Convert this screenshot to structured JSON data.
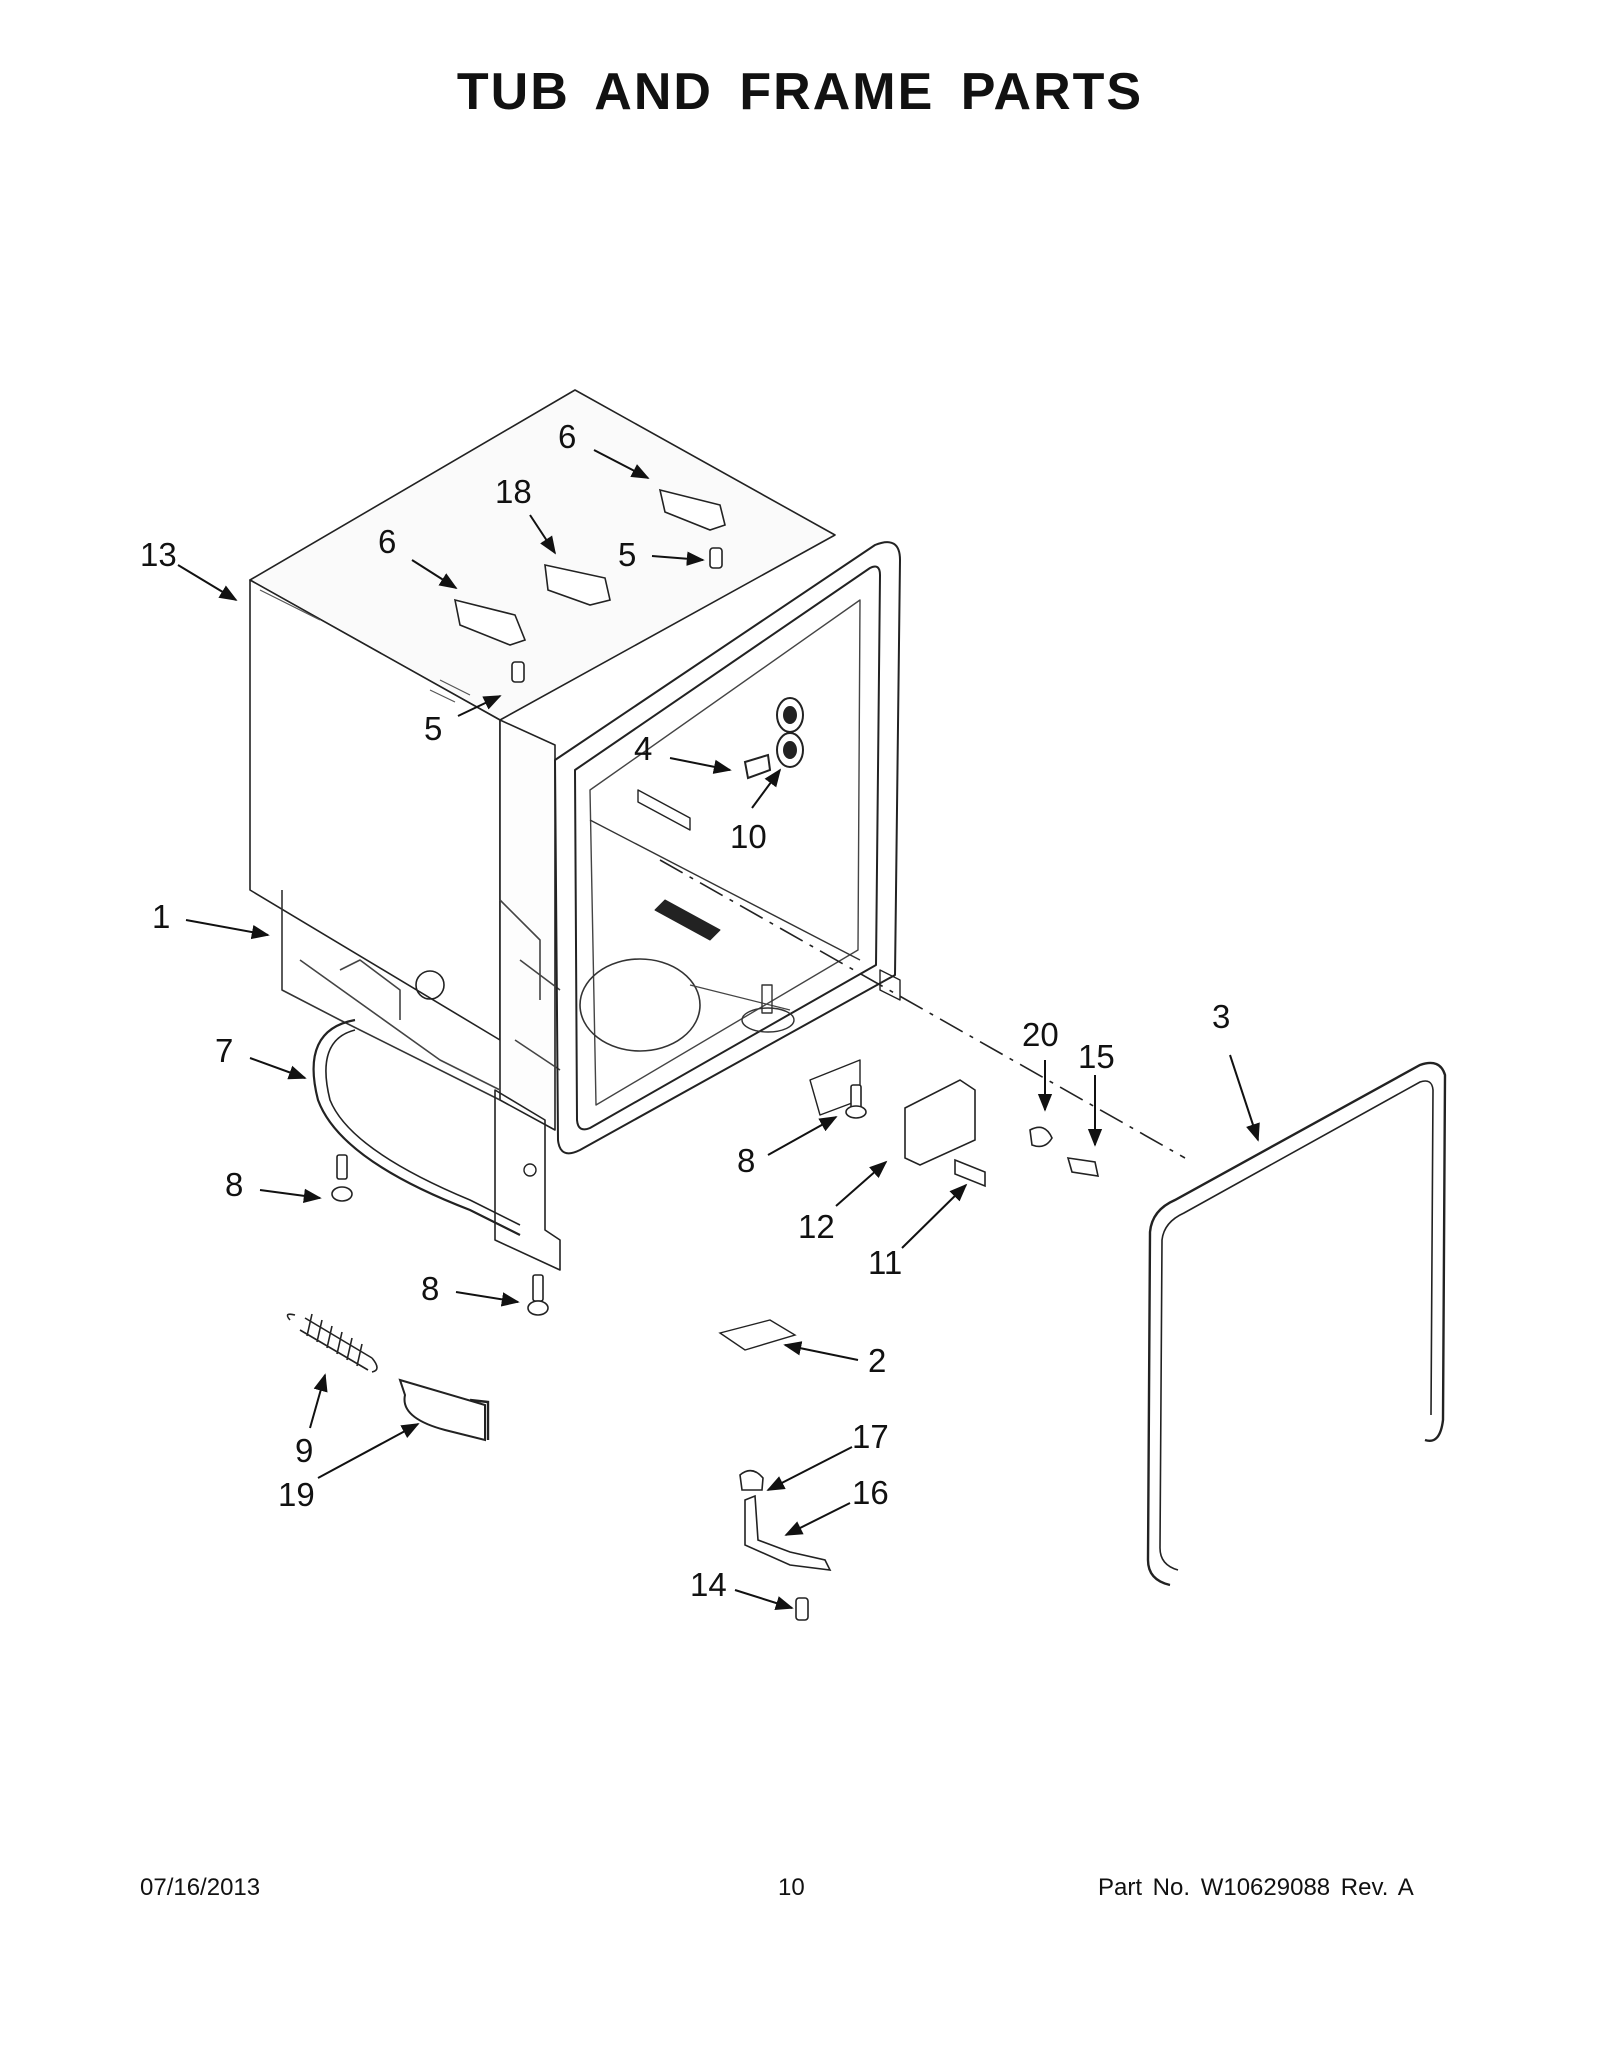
{
  "title": "TUB AND FRAME PARTS",
  "callouts": [
    {
      "id": "c13",
      "label": "13"
    },
    {
      "id": "c6a",
      "label": "6"
    },
    {
      "id": "c18",
      "label": "18"
    },
    {
      "id": "c6b",
      "label": "6"
    },
    {
      "id": "c5a",
      "label": "5"
    },
    {
      "id": "c5b",
      "label": "5"
    },
    {
      "id": "c4",
      "label": "4"
    },
    {
      "id": "c10",
      "label": "10"
    },
    {
      "id": "c1",
      "label": "1"
    },
    {
      "id": "c7",
      "label": "7"
    },
    {
      "id": "c3",
      "label": "3"
    },
    {
      "id": "c20",
      "label": "20"
    },
    {
      "id": "c15",
      "label": "15"
    },
    {
      "id": "c8a",
      "label": "8"
    },
    {
      "id": "c8b",
      "label": "8"
    },
    {
      "id": "c8c",
      "label": "8"
    },
    {
      "id": "c12",
      "label": "12"
    },
    {
      "id": "c11",
      "label": "11"
    },
    {
      "id": "c2",
      "label": "2"
    },
    {
      "id": "c9",
      "label": "9"
    },
    {
      "id": "c19",
      "label": "19"
    },
    {
      "id": "c17",
      "label": "17"
    },
    {
      "id": "c16",
      "label": "16"
    },
    {
      "id": "c14",
      "label": "14"
    }
  ],
  "footer": {
    "date": "07/16/2013",
    "page": "10",
    "part_number": "Part No.  W10629088  Rev.  A"
  }
}
